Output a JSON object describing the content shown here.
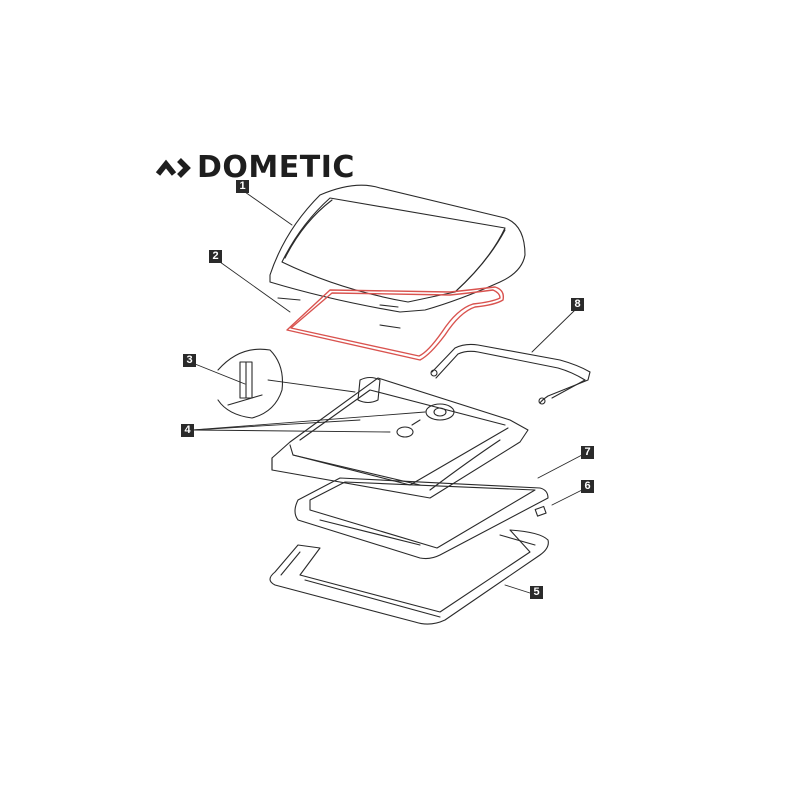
{
  "brand": {
    "name": "DOMETIC",
    "logo_icon": "dometic-chevron-mark"
  },
  "diagram": {
    "type": "exploded-parts-view",
    "subject": "roof vent / skylight assembly",
    "highlight_color": "#d9534f",
    "line_color": "#2a2a2a",
    "callouts": [
      {
        "id": "1",
        "label": "1",
        "part": "outer dome cover"
      },
      {
        "id": "2",
        "label": "2",
        "part": "seal gasket (highlighted)"
      },
      {
        "id": "3",
        "label": "3",
        "part": "hinge clip detail"
      },
      {
        "id": "4",
        "label": "4",
        "part": "crank mechanism parts"
      },
      {
        "id": "5",
        "label": "5",
        "part": "inner frame"
      },
      {
        "id": "6",
        "label": "6",
        "part": "small clip"
      },
      {
        "id": "7",
        "label": "7",
        "part": "mounting frame"
      },
      {
        "id": "8",
        "label": "8",
        "part": "support arm"
      }
    ]
  }
}
